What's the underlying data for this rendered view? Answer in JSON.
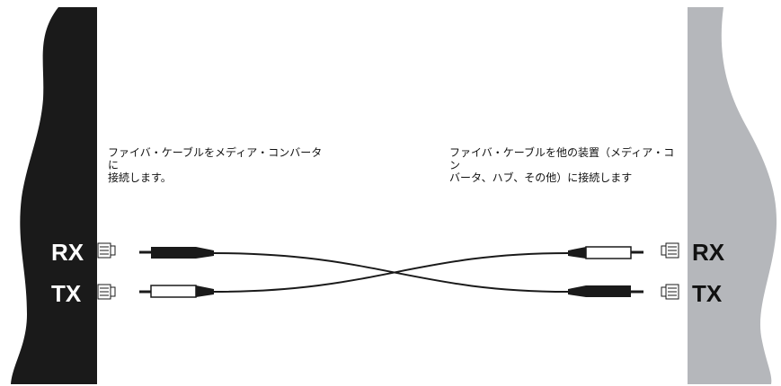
{
  "left_device": {
    "caption_line1": "ファイバ・ケーブルをメディア・コンバータに",
    "caption_line2": "接続します。",
    "rx_label": "RX",
    "tx_label": "TX",
    "color": "#1a1a1a"
  },
  "right_device": {
    "caption_line1": "ファイバ・ケーブルを他の装置（メディア・コン",
    "caption_line2": "バータ、ハブ、その他）に接続します",
    "rx_label": "RX",
    "tx_label": "TX",
    "color": "#b5b7bb"
  },
  "cable": {
    "color": "#1a1a1a",
    "light_connector_color": "#ffffff"
  }
}
